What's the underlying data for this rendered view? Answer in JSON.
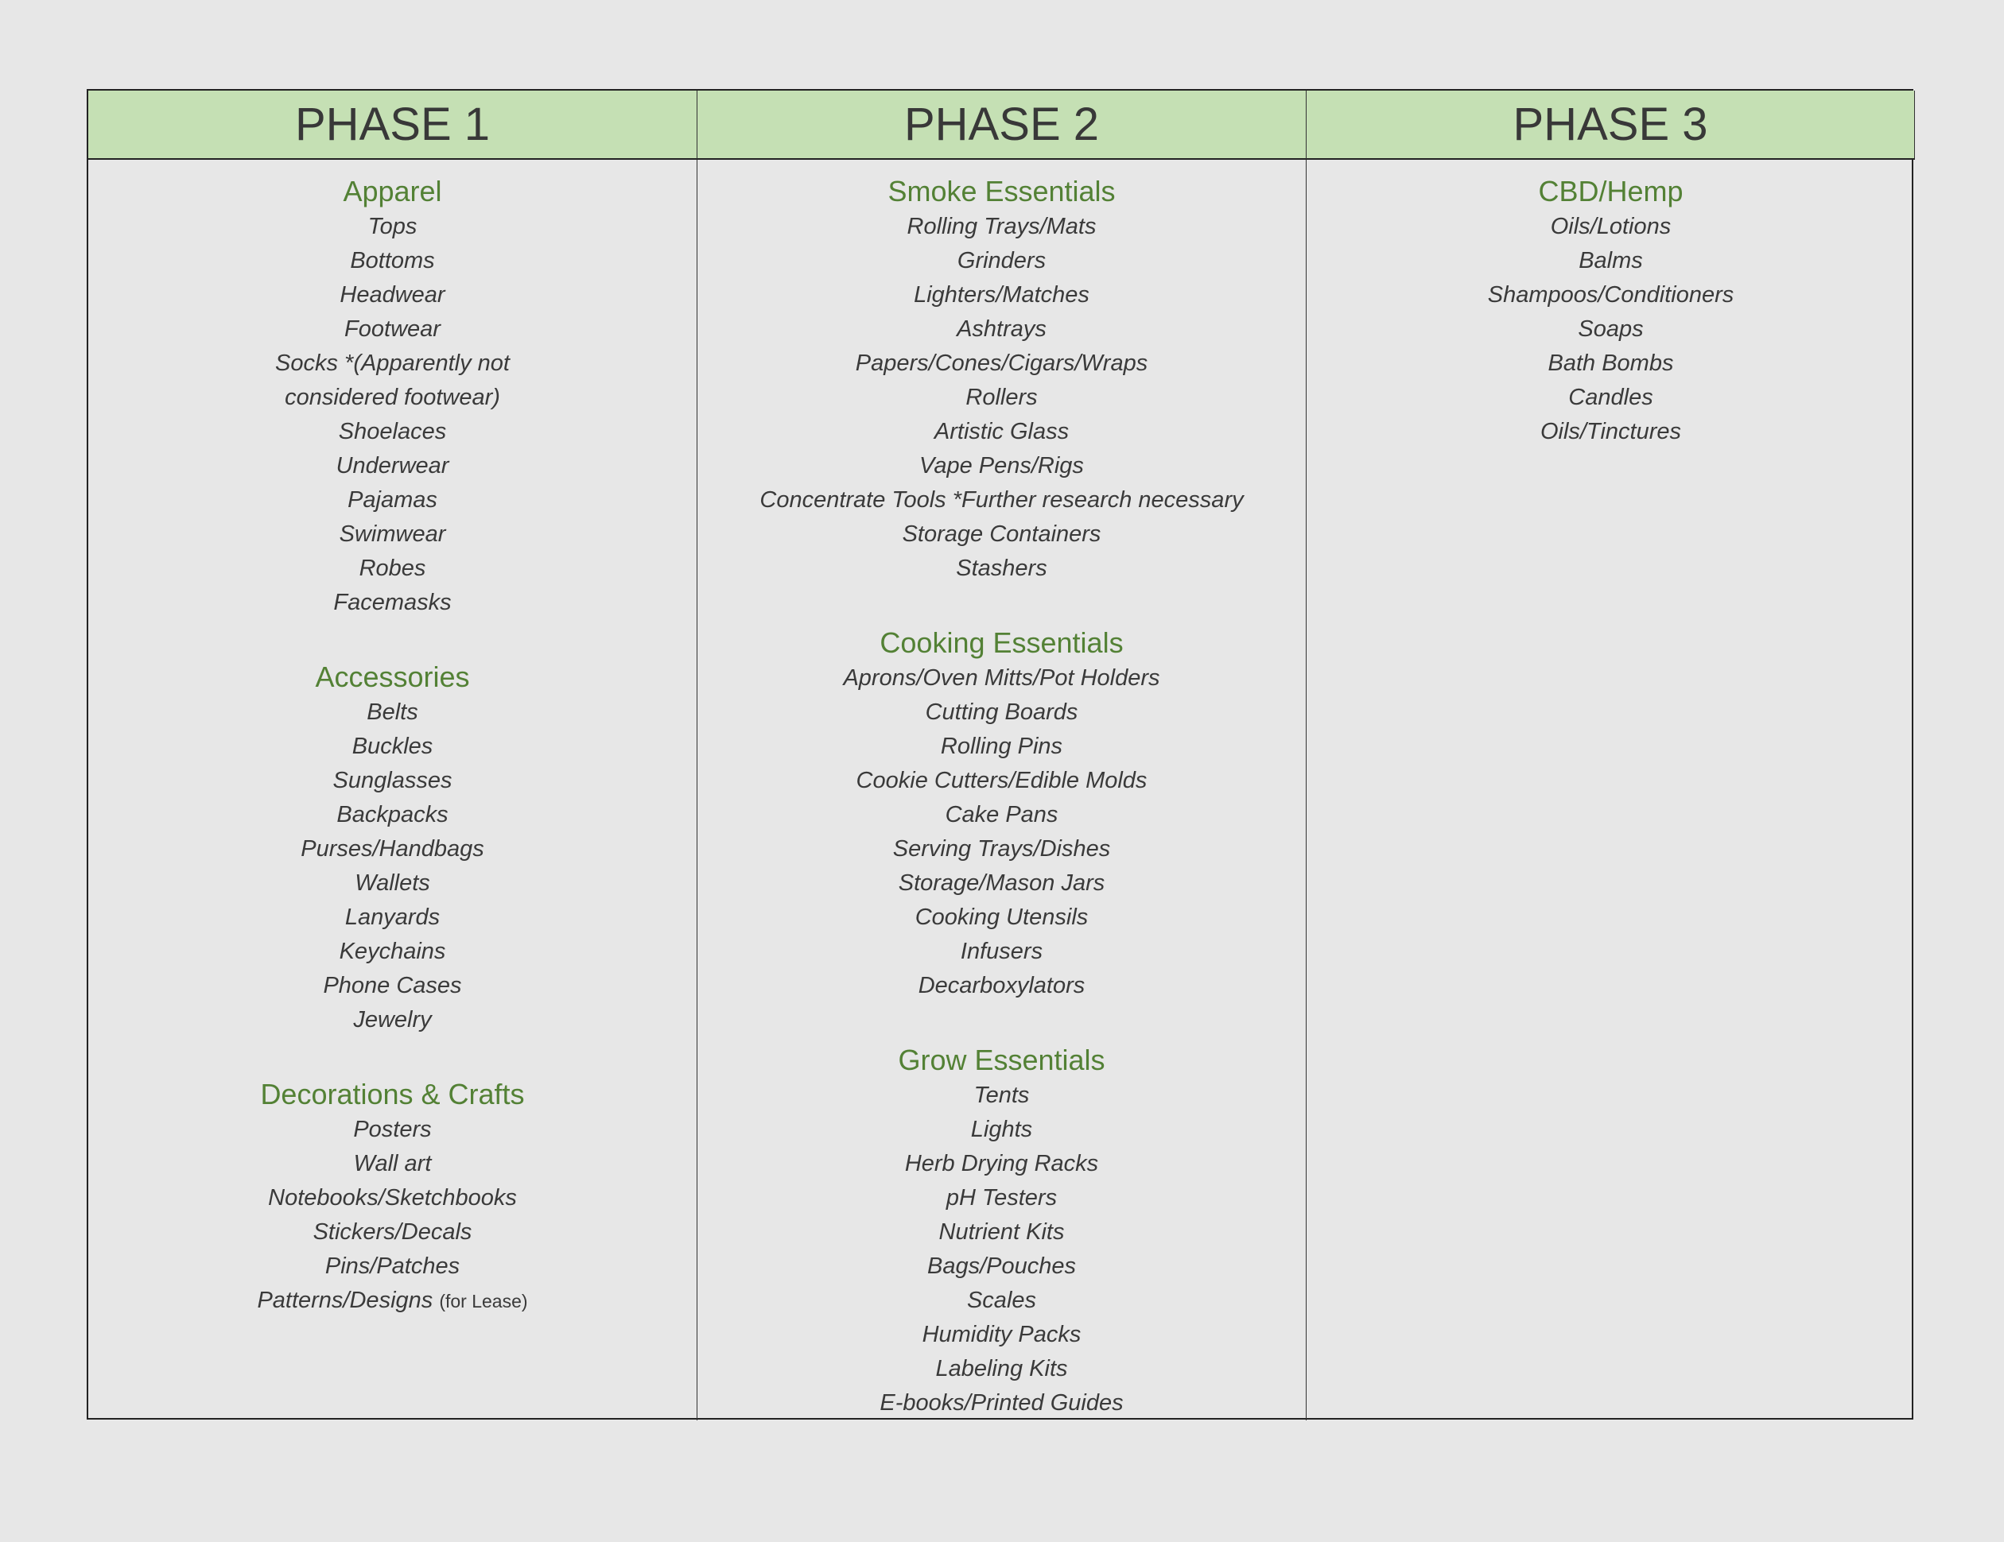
{
  "colors": {
    "header_bg": "#c5e0b4",
    "heading": "#538135",
    "text": "#3a3a3a",
    "page_bg": "#e7e7e7"
  },
  "columns": [
    {
      "phase": "PHASE 1",
      "sections": [
        {
          "title": "Apparel",
          "items": [
            {
              "text": "Tops"
            },
            {
              "text": "Bottoms"
            },
            {
              "text": "Headwear"
            },
            {
              "text": "Footwear"
            },
            {
              "text": "Socks *(Apparently not\nconsidered footwear)"
            },
            {
              "text": "Shoelaces"
            },
            {
              "text": "Underwear"
            },
            {
              "text": "Pajamas"
            },
            {
              "text": "Swimwear"
            },
            {
              "text": "Robes"
            },
            {
              "text": "Facemasks"
            }
          ]
        },
        {
          "title": "Accessories",
          "items": [
            {
              "text": "Belts"
            },
            {
              "text": "Buckles"
            },
            {
              "text": "Sunglasses"
            },
            {
              "text": "Backpacks"
            },
            {
              "text": "Purses/Handbags"
            },
            {
              "text": "Wallets"
            },
            {
              "text": "Lanyards"
            },
            {
              "text": "Keychains"
            },
            {
              "text": "Phone Cases"
            },
            {
              "text": "Jewelry"
            }
          ]
        },
        {
          "title": "Decorations & Crafts",
          "items": [
            {
              "text": "Posters"
            },
            {
              "text": "Wall art"
            },
            {
              "text": "Notebooks/Sketchbooks"
            },
            {
              "text": "Stickers/Decals"
            },
            {
              "text": "Pins/Patches"
            },
            {
              "text": "Patterns/Designs",
              "note": "(for Lease)"
            }
          ]
        }
      ]
    },
    {
      "phase": "PHASE 2",
      "sections": [
        {
          "title": "Smoke Essentials",
          "items": [
            {
              "text": "Rolling Trays/Mats"
            },
            {
              "text": "Grinders"
            },
            {
              "text": "Lighters/Matches"
            },
            {
              "text": "Ashtrays"
            },
            {
              "text": "Papers/Cones/Cigars/Wraps"
            },
            {
              "text": "Rollers"
            },
            {
              "text": "Artistic Glass"
            },
            {
              "text": "Vape Pens/Rigs"
            },
            {
              "text": "Concentrate Tools *Further research necessary"
            },
            {
              "text": "Storage Containers"
            },
            {
              "text": "Stashers"
            }
          ]
        },
        {
          "title": "Cooking Essentials",
          "items": [
            {
              "text": "Aprons/Oven Mitts/Pot Holders"
            },
            {
              "text": "Cutting Boards"
            },
            {
              "text": "Rolling Pins"
            },
            {
              "text": "Cookie Cutters/Edible Molds"
            },
            {
              "text": "Cake Pans"
            },
            {
              "text": "Serving Trays/Dishes"
            },
            {
              "text": "Storage/Mason Jars"
            },
            {
              "text": "Cooking Utensils"
            },
            {
              "text": "Infusers"
            },
            {
              "text": "Decarboxylators"
            }
          ]
        },
        {
          "title": "Grow Essentials",
          "items": [
            {
              "text": "Tents"
            },
            {
              "text": "Lights"
            },
            {
              "text": "Herb Drying Racks"
            },
            {
              "text": "pH Testers"
            },
            {
              "text": "Nutrient Kits"
            },
            {
              "text": "Bags/Pouches"
            },
            {
              "text": "Scales"
            },
            {
              "text": "Humidity Packs"
            },
            {
              "text": "Labeling Kits"
            },
            {
              "text": "E-books/Printed Guides"
            }
          ]
        }
      ]
    },
    {
      "phase": "PHASE 3",
      "sections": [
        {
          "title": "CBD/Hemp",
          "items": [
            {
              "text": "Oils/Lotions"
            },
            {
              "text": "Balms"
            },
            {
              "text": "Shampoos/Conditioners"
            },
            {
              "text": "Soaps"
            },
            {
              "text": "Bath Bombs"
            },
            {
              "text": "Candles"
            },
            {
              "text": "Oils/Tinctures"
            }
          ]
        }
      ]
    }
  ]
}
